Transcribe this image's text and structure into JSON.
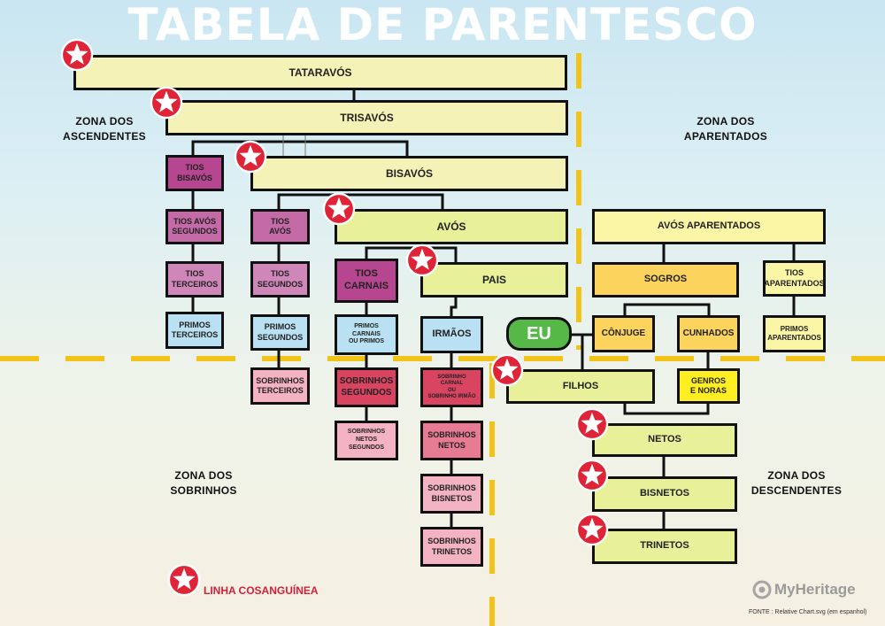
{
  "title": "TABELA DE PARENTESCO",
  "zones": {
    "ascendentes": [
      "ZONA DOS",
      "ASCENDENTES"
    ],
    "aparentados": [
      "ZONA DOS",
      "APARENTADOS"
    ],
    "sobrinhos": [
      "ZONA DOS",
      "SOBRINHOS"
    ],
    "descendentes": [
      "ZONA DOS",
      "DESCENDENTES"
    ]
  },
  "boxes": {
    "tataravos": "TATARAVÓS",
    "trisavos": "TRISAVÓS",
    "bisavos": "BISAVÓS",
    "avos": "AVÓS",
    "pais": "PAIS",
    "eu": "EU",
    "tios_bisavos": [
      "TIOS",
      "BISAVÓS"
    ],
    "tios_avos_segundos": [
      "TIOS AVÓS",
      "SEGUNDOS"
    ],
    "tios_terceiros": [
      "TIOS",
      "TERCEIROS"
    ],
    "primos_terceiros": [
      "PRIMOS",
      "TERCEIROS"
    ],
    "tios_avos": [
      "TIOS",
      "AVÓS"
    ],
    "tios_segundos": [
      "TIOS",
      "SEGUNDOS"
    ],
    "primos_segundos": [
      "PRIMOS",
      "SEGUNDOS"
    ],
    "sobrinhos_terceiros": [
      "SOBRINHOS",
      "TERCEIROS"
    ],
    "tios_carnais": [
      "TIOS",
      "CARNAIS"
    ],
    "primos_carnais": [
      "PRIMOS CARNAIS",
      "OU PRIMOS"
    ],
    "sobrinhos_segundos": [
      "SOBRINHOS",
      "SEGUNDOS"
    ],
    "sobrinhos_netos_segundos": [
      "SOBRINHOS NETOS",
      "SEGUNDOS"
    ],
    "irmaos": "IRMÃOS",
    "sobrinho_carnal": [
      "SOBRINHO CARNAL",
      "OU",
      "SOBRINHO IRMÃO"
    ],
    "sobrinhos_netos": [
      "SOBRINHOS",
      "NETOS"
    ],
    "sobrinhos_bisnetos": [
      "SOBRINHOS",
      "BISNETOS"
    ],
    "sobrinhos_trinetos": [
      "SOBRINHOS",
      "TRINETOS"
    ],
    "avos_aparentados": "AVÓS APARENTADOS",
    "sogros": "SOGROS",
    "tios_aparentados": [
      "TIOS",
      "APARENTADOS"
    ],
    "conjuge": "CÔNJUGE",
    "cunhados": "CUNHADOS",
    "primos_aparentados": [
      "PRIMOS",
      "APARENTADOS"
    ],
    "filhos": "FILHOS",
    "genros_noras": [
      "GENROS",
      "E NORAS"
    ],
    "netos": "NETOS",
    "bisnetos": "BISNETOS",
    "trinetos": "TRINETOS"
  },
  "legend": {
    "label": "LINHA COSANGUÍNEA"
  },
  "logo": "MyHeritage",
  "fonte": "FONTE : Relative Chart.svg (em espanhol)",
  "icons": {
    "star": "red-star-badge-icon",
    "logo": "myheritage-logo-icon"
  },
  "colors": {
    "divider": "#f2c318",
    "star_red": "#e02437",
    "eu_green": "#56b947",
    "legend_red": "#d3203b"
  }
}
